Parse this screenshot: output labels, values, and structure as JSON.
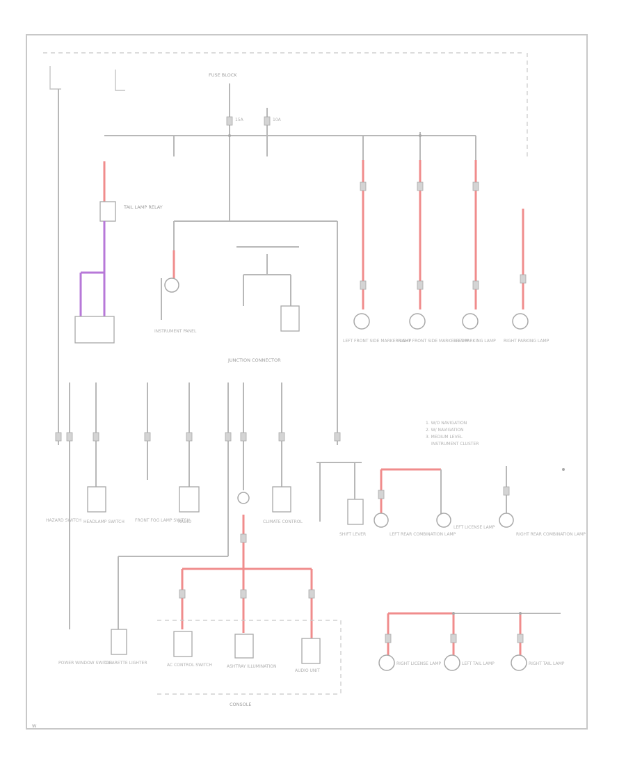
{
  "diagram": {
    "footer_code": "W",
    "note_legend": [
      "1. W/O NAVIGATION",
      "2. W/ NAVIGATION",
      "3. MEDIUM LEVEL",
      "INSTRUMENT CLUSTER"
    ],
    "bus_top": {
      "label": "FUSE BLOCK",
      "fuse_a": "15A",
      "fuse_b": "10A"
    },
    "components": {
      "tail_lamp_relay": "TAIL LAMP RELAY",
      "dash_panel": "INSTRUMENT PANEL",
      "junction_connector": "JUNCTION CONNECTOR",
      "front_lamps": [
        "LEFT FRONT SIDE MARKER LAMP",
        "RIGHT FRONT SIDE MARKER LAMP",
        "LEFT PARKING LAMP",
        "RIGHT PARKING LAMP"
      ],
      "lower_row": [
        "HAZARD SWITCH",
        "HEADLAMP SWITCH",
        "FRONT FOG LAMP SWITCH",
        "RADIO",
        "CLIMATE CONTROL",
        "SHIFT LEVER"
      ],
      "rear_lamps_upper": [
        "LEFT REAR COMBINATION LAMP",
        "LEFT LICENSE LAMP",
        "RIGHT REAR COMBINATION LAMP"
      ],
      "rear_lamps_lower": [
        "RIGHT LICENSE LAMP",
        "LEFT TAIL LAMP",
        "RIGHT TAIL LAMP"
      ],
      "bottom_boxes": [
        "POWER WINDOW SWITCH",
        "CIGARETTE LIGHTER",
        "AC CONTROL SWITCH",
        "ASHTRAY ILLUMINATION",
        "AUDIO UNIT"
      ],
      "bottom_group": "CONSOLE"
    }
  }
}
